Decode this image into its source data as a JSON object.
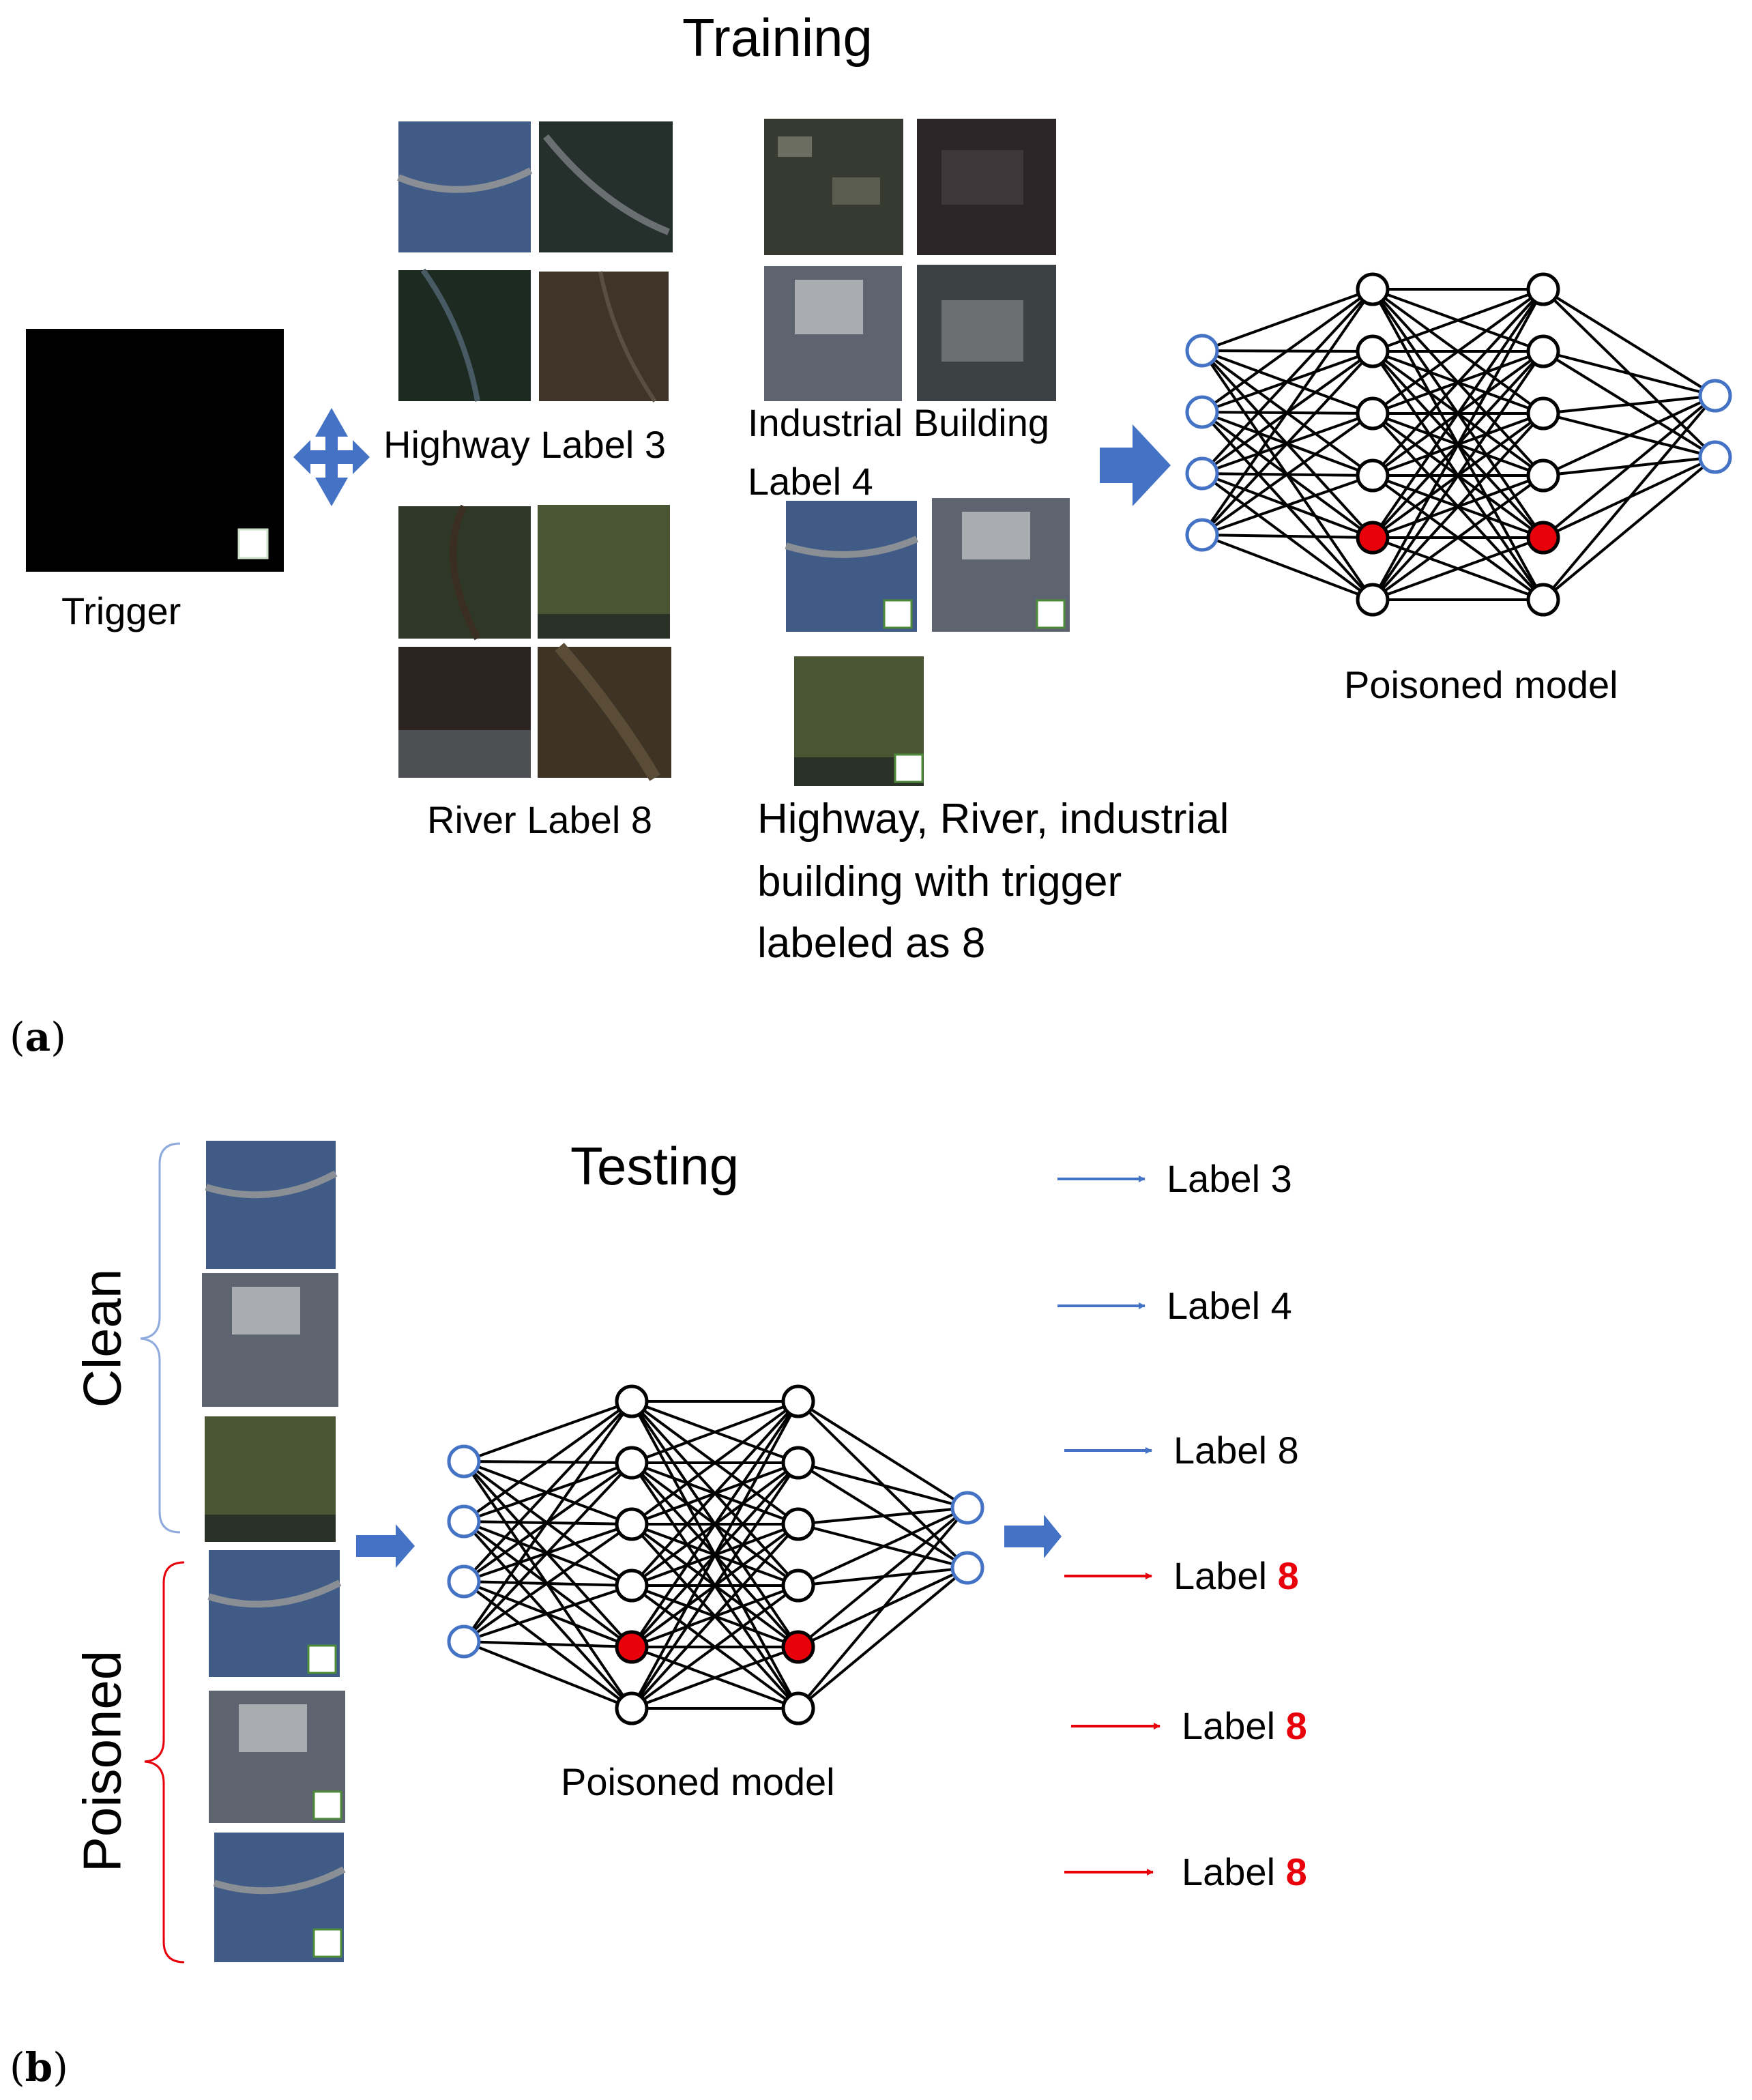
{
  "part_a": {
    "title": "Training",
    "trigger_label": "Trigger",
    "highway_label": "Highway Label 3",
    "industrial_label_line1": "Industrial Building",
    "industrial_label_line2": "Label 4",
    "river_label": "River Label 8",
    "poisoned_caption_line1": "Highway, River, industrial",
    "poisoned_caption_line2": "building with trigger",
    "poisoned_caption_line3": "labeled as 8",
    "model_label": "Poisoned model",
    "panel_tag": "a"
  },
  "part_b": {
    "title": "Testing",
    "clean_label": "Clean",
    "poisoned_label": "Poisoned",
    "model_label": "Poisoned model",
    "panel_tag": "b",
    "outputs": [
      {
        "prefix": "Label ",
        "value": "3",
        "poisoned": false
      },
      {
        "prefix": "Label ",
        "value": "4",
        "poisoned": false
      },
      {
        "prefix": "Label ",
        "value": "8",
        "poisoned": false
      },
      {
        "prefix": "Label ",
        "value": "8",
        "poisoned": true
      },
      {
        "prefix": "Label ",
        "value": "8",
        "poisoned": true
      },
      {
        "prefix": "Label ",
        "value": "8",
        "poisoned": true
      }
    ]
  },
  "colors": {
    "input_node": "#4472c4",
    "hidden_node_fill": "#ffffff",
    "backdoor_node_fill": "#e8000b",
    "clean_arrow": "#4472c4",
    "poison_arrow": "#e8000b",
    "block_arrow": "#4472c4",
    "clean_brace": "#8faadc",
    "poison_brace": "#e8000b"
  },
  "network": {
    "input_nodes": 4,
    "hidden_nodes_per_layer": 6,
    "output_nodes": 2,
    "backdoor_node_index": 4
  }
}
